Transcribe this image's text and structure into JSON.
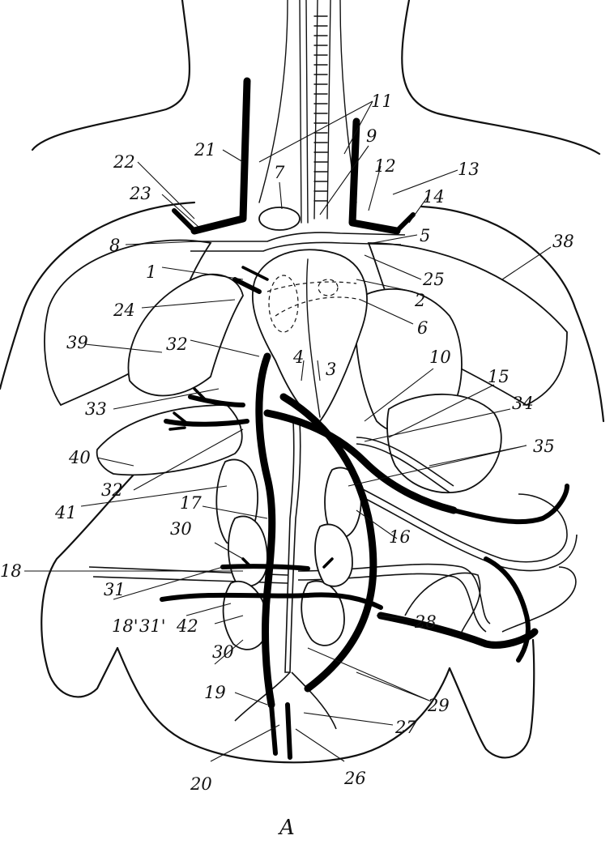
{
  "figure": {
    "caption": "A",
    "labels": [
      "1",
      "2",
      "3",
      "4",
      "5",
      "6",
      "7",
      "8",
      "9",
      "10",
      "11",
      "12",
      "13",
      "14",
      "15",
      "16",
      "17",
      "18",
      "18'",
      "19",
      "20",
      "21",
      "22",
      "23",
      "24",
      "25",
      "26",
      "27",
      "28",
      "29",
      "30",
      "30",
      "31",
      "31'",
      "32",
      "32",
      "33",
      "34",
      "35",
      "38",
      "39",
      "40",
      "41",
      "42"
    ]
  }
}
